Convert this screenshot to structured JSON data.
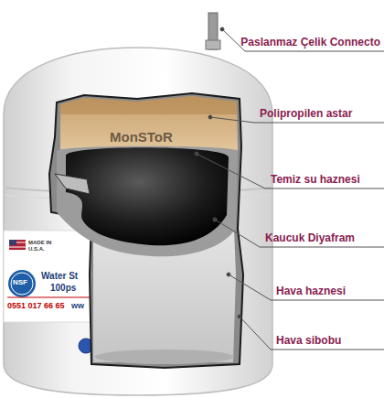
{
  "diagram": {
    "labels": [
      "Paslanmaz Çelik Connecto",
      "Polipropilen astar",
      "Temiz su haznesi",
      "Kaucuk Diyafram",
      "Hava haznesi",
      "Hava sibobu",
      "MonSToR",
      "MADE IN",
      "U.S.A.",
      "NSF",
      "Water St",
      "100ps",
      "0551 017 66 65",
      "ww"
    ]
  }
}
